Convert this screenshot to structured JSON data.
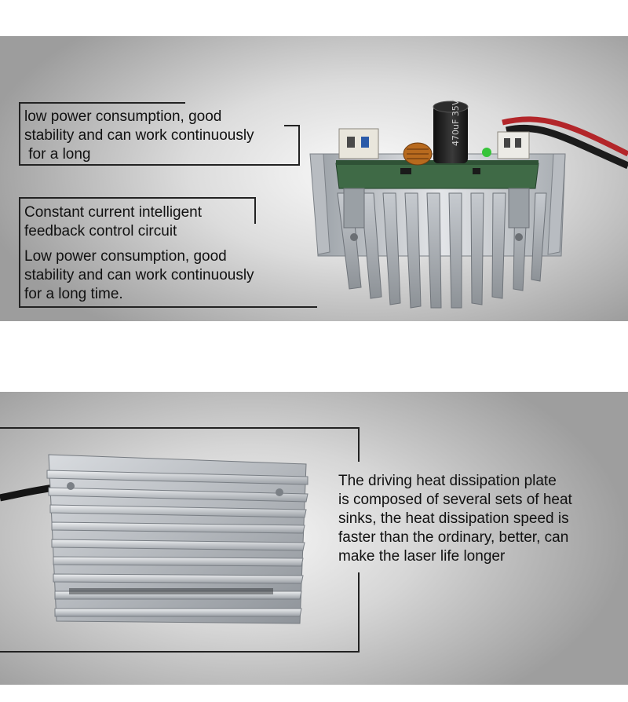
{
  "top_panel": {
    "callout_1": {
      "lines": [
        "low power consumption, good",
        "stability and can work continuously",
        " for a long"
      ]
    },
    "callout_2": {
      "heading_lines": [
        "Constant current intelligent",
        "feedback control circuit"
      ],
      "body_lines": [
        "Low power consumption, good",
        "stability and can work continuously",
        "for a long time."
      ]
    },
    "product_image": {
      "capacitor_label": "470uF 35V"
    }
  },
  "bottom_panel": {
    "description_lines": [
      "The driving heat dissipation plate",
      "is composed of several sets of heat",
      "sinks, the heat dissipation speed is",
      "faster than the ordinary, better, can",
      "make the laser life longer"
    ]
  },
  "colors": {
    "pcb_green": "#3f6a46",
    "heatsink_silver": "#c9ccd0",
    "capacitor_black": "#1c1c1c",
    "wire_red": "#b3262a",
    "led_green": "#37c43a"
  }
}
